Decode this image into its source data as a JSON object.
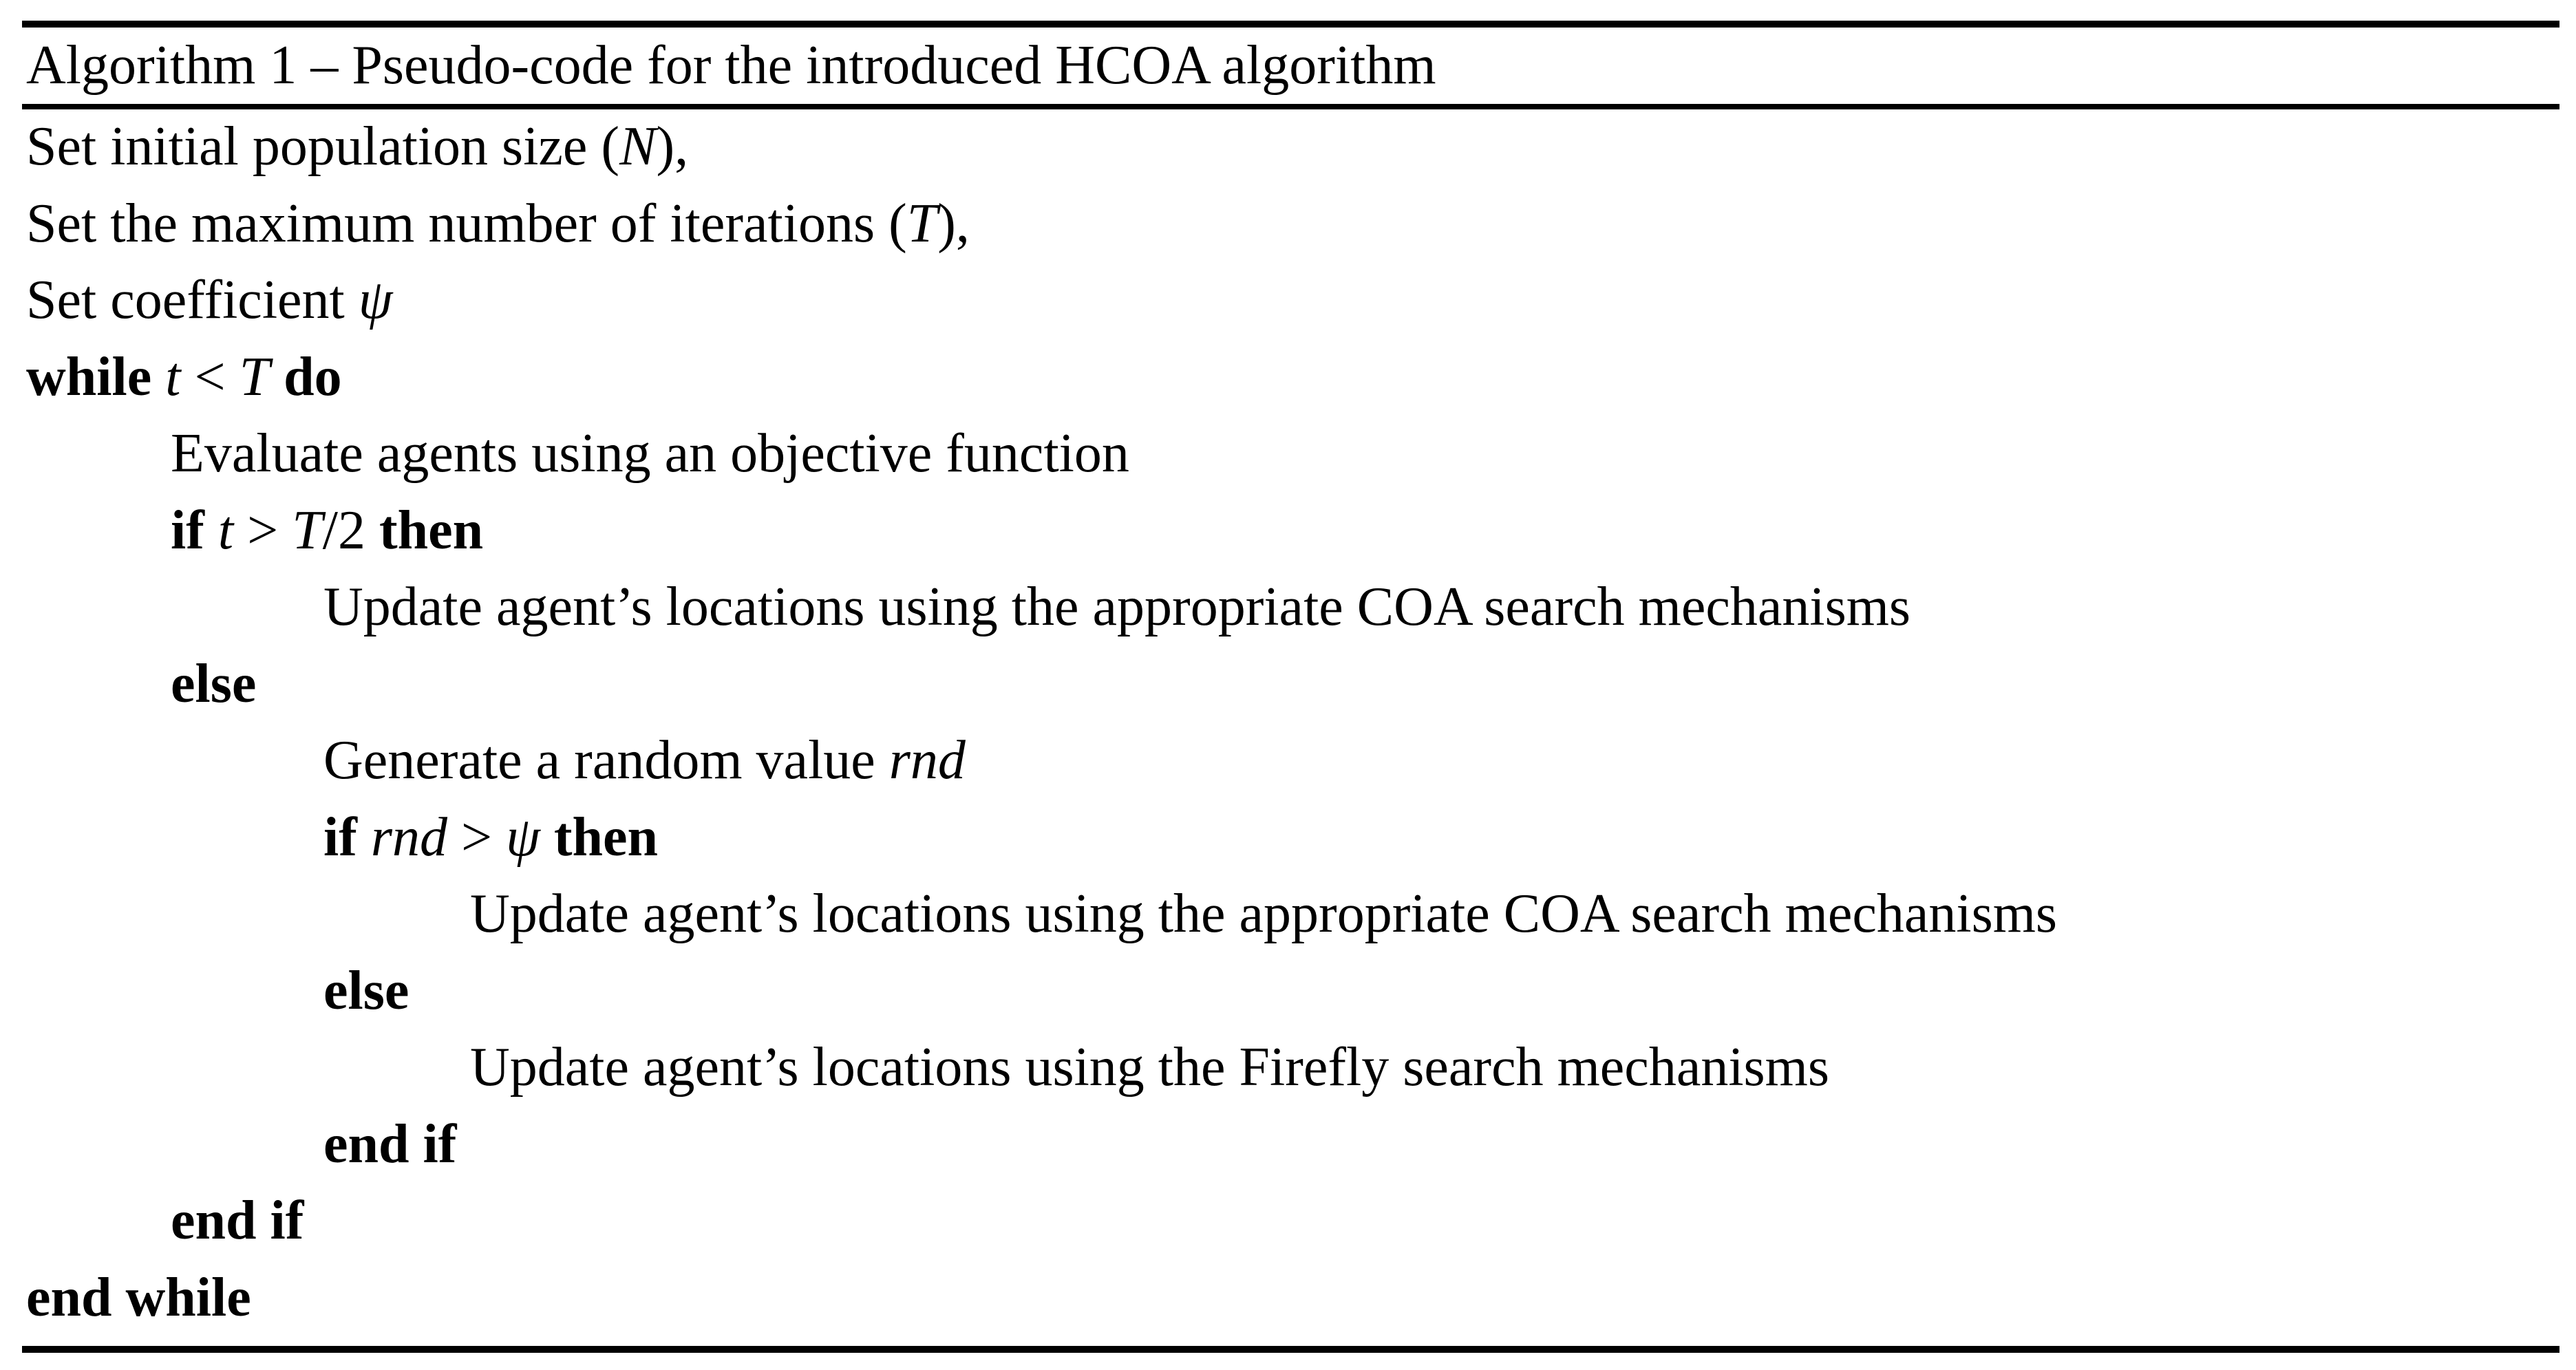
{
  "page": {
    "background_color": "#ffffff",
    "text_color": "#000000",
    "rule_color": "#000000"
  },
  "algorithm": {
    "title": "Algorithm 1 – Pseudo-code for the introduced HCOA algorithm",
    "lines": [
      {
        "indent": 0,
        "segments": [
          {
            "style": "normal",
            "text": "Set initial population size ("
          },
          {
            "style": "italic",
            "text": "N"
          },
          {
            "style": "normal",
            "text": "),"
          }
        ]
      },
      {
        "indent": 0,
        "segments": [
          {
            "style": "normal",
            "text": "Set the maximum number of iterations ("
          },
          {
            "style": "italic",
            "text": "T"
          },
          {
            "style": "normal",
            "text": "),"
          }
        ]
      },
      {
        "indent": 0,
        "segments": [
          {
            "style": "normal",
            "text": "Set coefficient "
          },
          {
            "style": "italic",
            "text": "ψ"
          }
        ]
      },
      {
        "indent": 0,
        "segments": [
          {
            "style": "bold",
            "text": "while "
          },
          {
            "style": "italic",
            "text": "t"
          },
          {
            "style": "normal",
            "text": " < "
          },
          {
            "style": "italic",
            "text": "T"
          },
          {
            "style": "bold",
            "text": " do"
          }
        ]
      },
      {
        "indent": 1,
        "segments": [
          {
            "style": "normal",
            "text": "Evaluate agents using an objective function"
          }
        ]
      },
      {
        "indent": 1,
        "segments": [
          {
            "style": "bold",
            "text": "if "
          },
          {
            "style": "italic",
            "text": "t"
          },
          {
            "style": "normal",
            "text": " > "
          },
          {
            "style": "italic",
            "text": "T"
          },
          {
            "style": "normal",
            "text": "/2 "
          },
          {
            "style": "bold",
            "text": "then"
          }
        ]
      },
      {
        "indent": 2,
        "segments": [
          {
            "style": "normal",
            "text": "Update agent’s locations using the appropriate COA search mechanisms"
          }
        ]
      },
      {
        "indent": 1,
        "segments": [
          {
            "style": "bold",
            "text": "else"
          }
        ]
      },
      {
        "indent": 2,
        "segments": [
          {
            "style": "normal",
            "text": "Generate a random value "
          },
          {
            "style": "italic",
            "text": "rnd"
          }
        ]
      },
      {
        "indent": 2,
        "segments": [
          {
            "style": "bold",
            "text": "if "
          },
          {
            "style": "italic",
            "text": "rnd"
          },
          {
            "style": "normal",
            "text": " > "
          },
          {
            "style": "italic",
            "text": "ψ"
          },
          {
            "style": "bold",
            "text": " then"
          }
        ]
      },
      {
        "indent": 3,
        "segments": [
          {
            "style": "normal",
            "text": "Update agent’s locations using the appropriate COA search mechanisms"
          }
        ]
      },
      {
        "indent": 2,
        "segments": [
          {
            "style": "bold",
            "text": "else"
          }
        ]
      },
      {
        "indent": 3,
        "segments": [
          {
            "style": "normal",
            "text": "Update agent’s locations using the Firefly search mechanisms"
          }
        ]
      },
      {
        "indent": 2,
        "segments": [
          {
            "style": "bold",
            "text": "end if"
          }
        ]
      },
      {
        "indent": 1,
        "segments": [
          {
            "style": "bold",
            "text": "end if"
          }
        ]
      },
      {
        "indent": 0,
        "segments": [
          {
            "style": "bold",
            "text": "end while"
          }
        ]
      }
    ]
  }
}
